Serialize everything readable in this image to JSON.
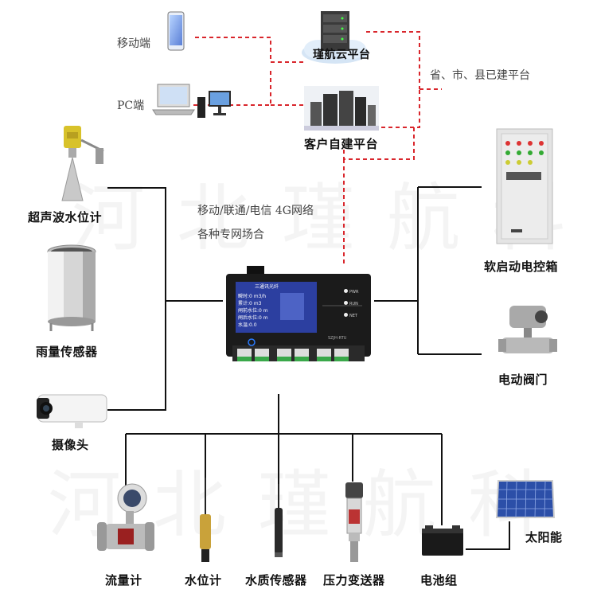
{
  "watermark": "河北瑾航科",
  "cloud": {
    "mobile_label": "移动端",
    "pc_label": "PC端",
    "cloud_platform_label": "瑾航云平台",
    "customer_platform_label": "客户自建平台",
    "gov_platform_label": "省、市、县已建平台"
  },
  "network": {
    "line1": "移动/联通/电信 4G网络",
    "line2": "各种专网场合"
  },
  "device": {
    "screen_title": "三通讯光纤",
    "screen_lines": [
      "瞬时:0 m3/h",
      "累计:0 m3",
      "闸前水位:0 m",
      "闸后水位:0 m",
      "水温:0.0"
    ],
    "led_labels": [
      "PWR",
      "RUN",
      "NET"
    ],
    "model": "SZJH-RTU"
  },
  "left_devices": {
    "ultrasonic": "超声波水位计",
    "rain": "雨量传感器",
    "camera": "摄像头"
  },
  "right_devices": {
    "cabinet": "软启动电控箱",
    "valve": "电动阀门"
  },
  "bottom_devices": {
    "flow": "流量计",
    "level": "水位计",
    "quality": "水质传感器",
    "pressure": "压力变送器",
    "battery": "电池组",
    "solar": "太阳能"
  },
  "colors": {
    "dashed_link": "#d9262c",
    "solid_link": "#111111",
    "device_body": "#1b1b1b",
    "screen": "#2c3fa0"
  }
}
